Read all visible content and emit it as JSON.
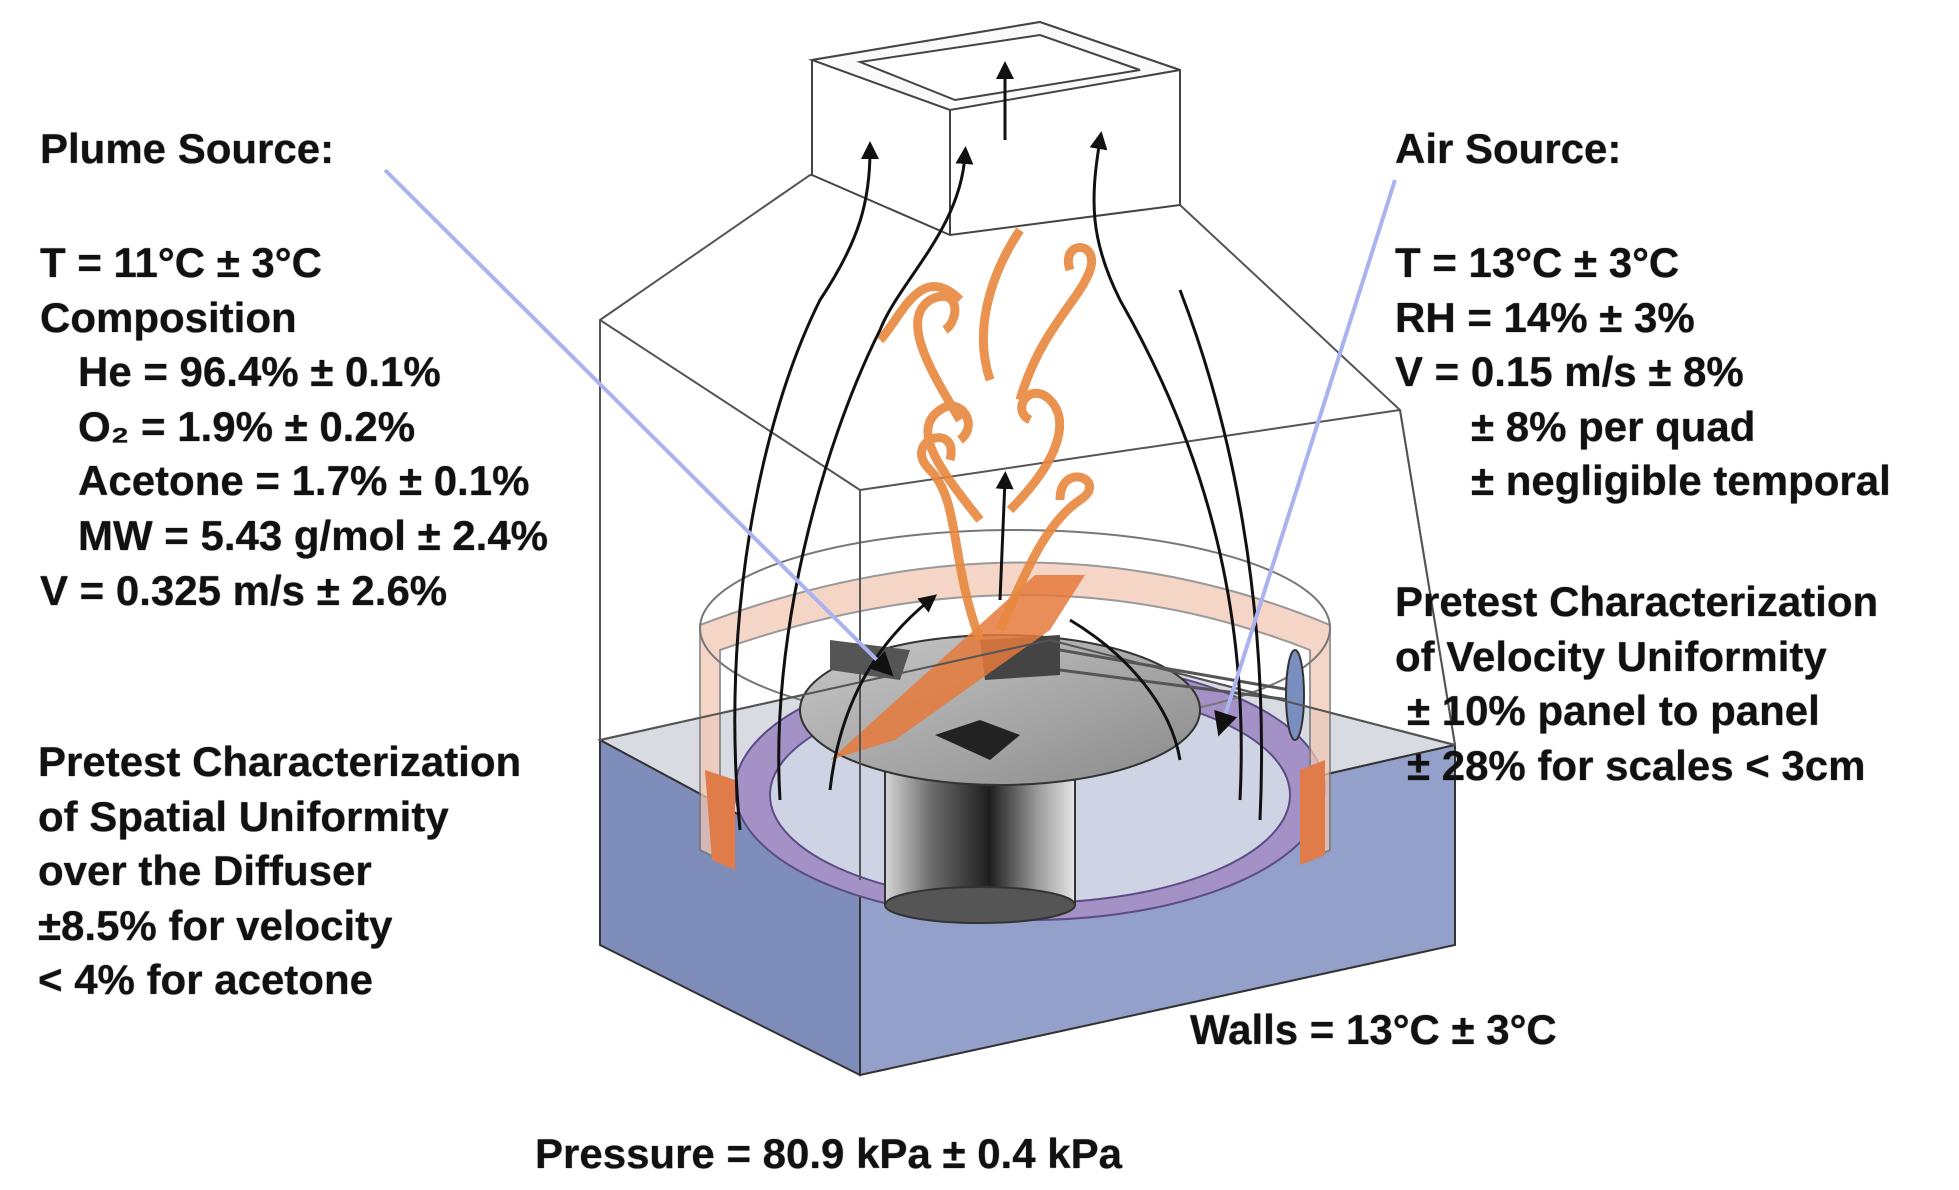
{
  "plume_source": {
    "heading": "Plume Source:",
    "temperature": "T = 11°C ± 3°C",
    "composition_label": "Composition",
    "helium": "He = 96.4% ± 0.1%",
    "oxygen": "O₂ = 1.9% ± 0.2%",
    "acetone": "Acetone = 1.7% ± 0.1%",
    "molecular_weight": "MW = 5.43 g/mol ± 2.4%",
    "velocity": "V = 0.325 m/s ± 2.6%"
  },
  "spatial_uniformity": {
    "line1": "Pretest Characterization",
    "line2": "of Spatial Uniformity",
    "line3": "over the Diffuser",
    "line4": "±8.5% for velocity",
    "line5": "< 4% for acetone"
  },
  "air_source": {
    "heading": "Air Source:",
    "temperature": "T = 13°C ± 3°C",
    "humidity": "RH = 14% ± 3%",
    "velocity": "V = 0.15 m/s ± 8%",
    "per_quad": "± 8% per quad",
    "temporal": "± negligible temporal"
  },
  "velocity_uniformity": {
    "line1": "Pretest Characterization",
    "line2": "of Velocity Uniformity",
    "line3": "± 10% panel to panel",
    "line4": "± 28% for scales < 3cm"
  },
  "walls": "Walls = 13°C ± 3°C",
  "pressure": "Pressure = 80.9 kPa ± 0.4 kPa",
  "colors": {
    "base": "#8e9bc6",
    "ring": "#a793c8",
    "plume": "#e88a4a",
    "shroud": "#f2c7b4",
    "pointer": "#aab2f0"
  }
}
